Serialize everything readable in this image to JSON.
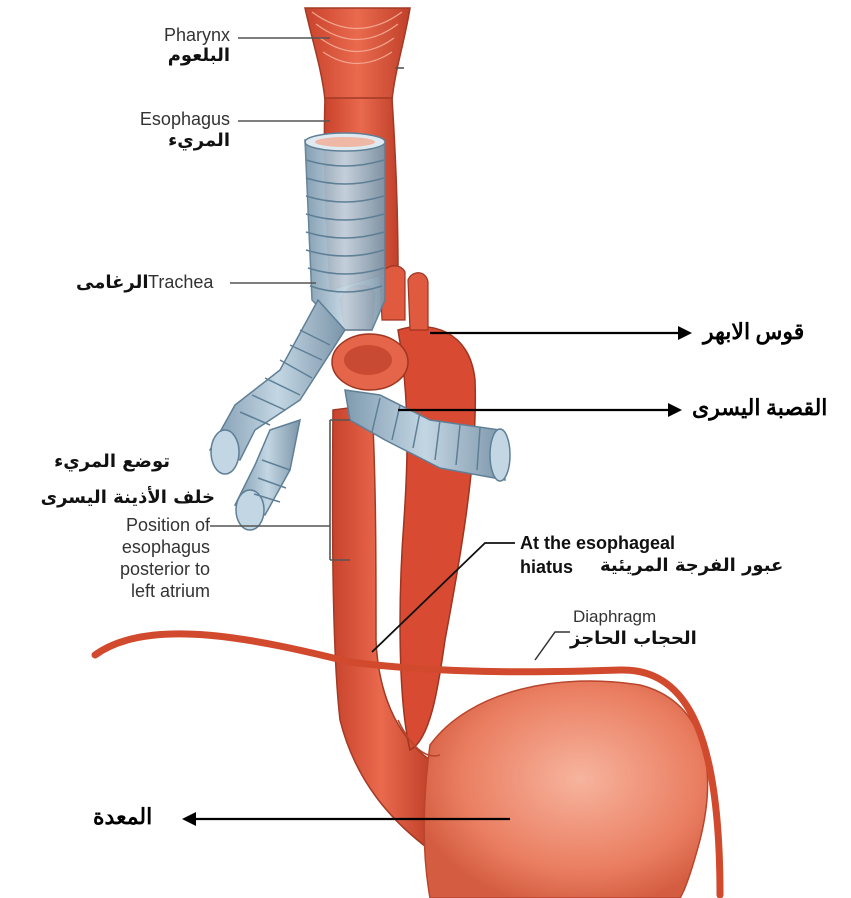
{
  "labels": {
    "pharynx_en": "Pharynx",
    "pharynx_ar": "البلعوم",
    "esophagus_en": "Esophagus",
    "esophagus_ar": "المريء",
    "trachea_en": "Trachea",
    "trachea_ar": "الرغامى",
    "aortic_arch_ar": "قوس الابهر",
    "left_bronchus_ar": "القصبة اليسرى",
    "position_ar_1": "توضع المريء",
    "position_ar_2": "خلف الأذينة اليسرى",
    "position_en_1": "Position of",
    "position_en_2": "esophagus",
    "position_en_3": "posterior to",
    "position_en_4": "left atrium",
    "hiatus_en_1": "At the esophageal",
    "hiatus_en_2": "hiatus",
    "hiatus_ar": "عبور الفرجة المريئية",
    "diaphragm_en": "Diaphragm",
    "diaphragm_ar": "الحجاب الحاجز",
    "stomach_ar": "المعدة"
  },
  "colors": {
    "muscle": "#e0523a",
    "muscle_dark": "#b83a24",
    "trachea": "#9fb9cc",
    "trachea_dark": "#5f7f96",
    "stomach": "#ef8a6e",
    "leader": "#555555"
  }
}
